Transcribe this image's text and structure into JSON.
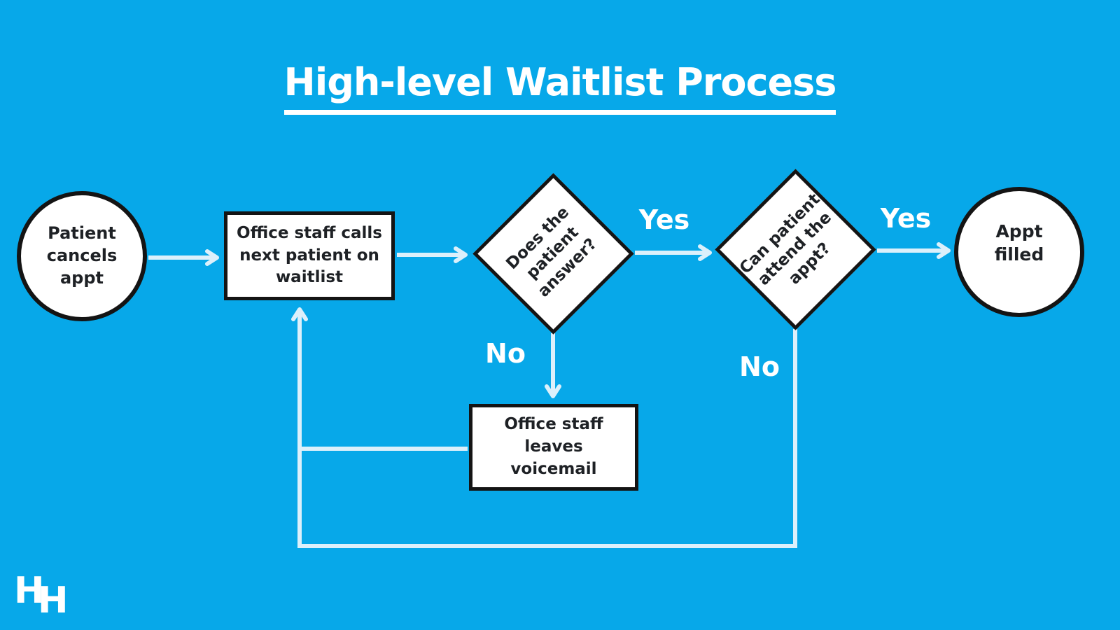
{
  "title": "High-level Waitlist Process",
  "colors": {
    "background": "#07A8E9",
    "node_fill": "#FFFFFF",
    "node_border": "#141414",
    "node_text": "#1E2125",
    "connector": "#DCF0FB",
    "label_text": "#FFFFFF"
  },
  "nodes": {
    "start": "Patient cancels appt",
    "call_next": "Office staff calls next patient on waitlist",
    "does_answer": "Does the patient answer?",
    "can_attend": "Can patient attend the appt?",
    "voicemail": "Office staff leaves voicemail",
    "appt_filled": "Appt filled"
  },
  "edge_labels": {
    "does_answer_yes": "Yes",
    "does_answer_no": "No",
    "can_attend_yes": "Yes",
    "can_attend_no": "No"
  },
  "logo": {
    "letter1": "H",
    "letter2": "H"
  }
}
